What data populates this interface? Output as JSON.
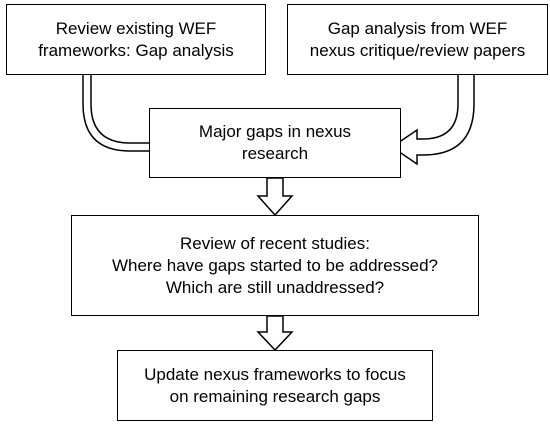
{
  "diagram": {
    "colors": {
      "stroke": "#000000",
      "fill": "#ffffff",
      "text": "#000000"
    },
    "boxes": {
      "wef_frameworks": {
        "lines": [
          "Review existing WEF",
          "frameworks: Gap analysis"
        ]
      },
      "critique_papers": {
        "lines": [
          "Gap analysis from WEF",
          "nexus critique/review papers"
        ]
      },
      "major_gaps": {
        "lines": [
          "Major gaps in nexus",
          "research"
        ]
      },
      "recent_studies": {
        "lines": [
          "Review of recent studies:",
          "Where have gaps started to be addressed?",
          "Which are still unaddressed?"
        ]
      },
      "update_frameworks": {
        "lines": [
          "Update nexus frameworks to focus",
          "on remaining research gaps"
        ]
      }
    },
    "edges": [
      {
        "from": "wef_frameworks",
        "to": "major_gaps",
        "style": "block-arrow"
      },
      {
        "from": "critique_papers",
        "to": "major_gaps",
        "style": "block-arrow"
      },
      {
        "from": "major_gaps",
        "to": "recent_studies",
        "style": "block-arrow"
      },
      {
        "from": "recent_studies",
        "to": "update_frameworks",
        "style": "block-arrow"
      }
    ]
  }
}
